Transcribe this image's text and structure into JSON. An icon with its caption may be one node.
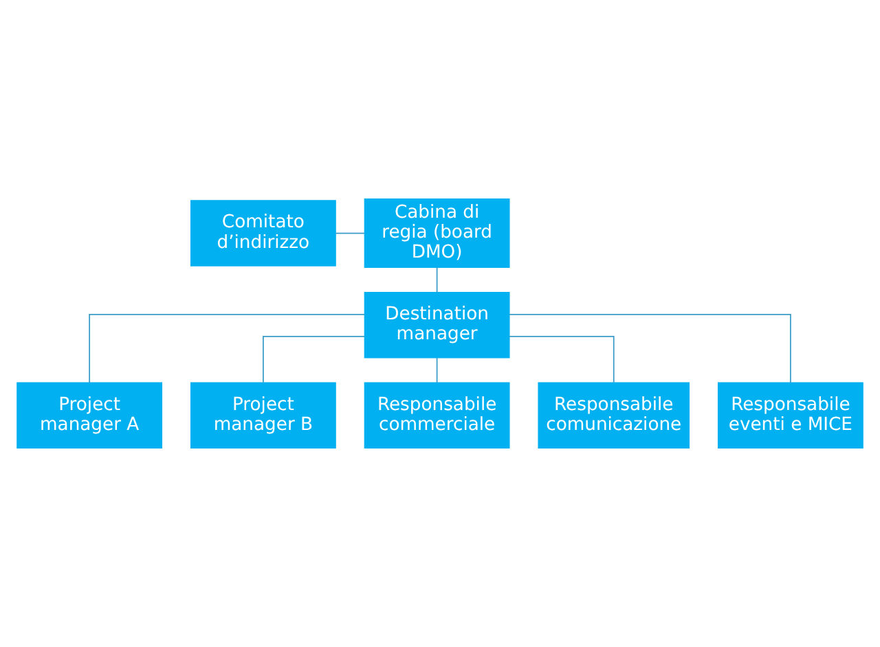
{
  "diagram": {
    "nodes": [
      {
        "text": [
          "Comitato d’indirizzo"
        ]
      },
      {
        "text": [
          "Cabina di regia (board DMO)"
        ]
      },
      {
        "text": [
          "Destination manager"
        ]
      },
      {
        "text": [
          "Project manager A"
        ]
      },
      {
        "text": [
          "Project manager B"
        ]
      },
      {
        "text": [
          "Responsabile commerciale"
        ]
      },
      {
        "text": [
          "Responsabile comunicazione"
        ]
      },
      {
        "text": [
          "Responsabile eventi e MICE"
        ]
      }
    ],
    "edges": [
      {
        "from": 0,
        "to": 1,
        "arrow": "none"
      },
      {
        "from": 1,
        "to": 2,
        "arrow": "none"
      },
      {
        "from": 2,
        "to": 3,
        "arrow": "none"
      },
      {
        "from": 2,
        "to": 4,
        "arrow": "none"
      },
      {
        "from": 2,
        "to": 5,
        "arrow": "none"
      },
      {
        "from": 2,
        "to": 6,
        "arrow": "none"
      },
      {
        "from": 2,
        "to": 7,
        "arrow": "none"
      }
    ]
  }
}
